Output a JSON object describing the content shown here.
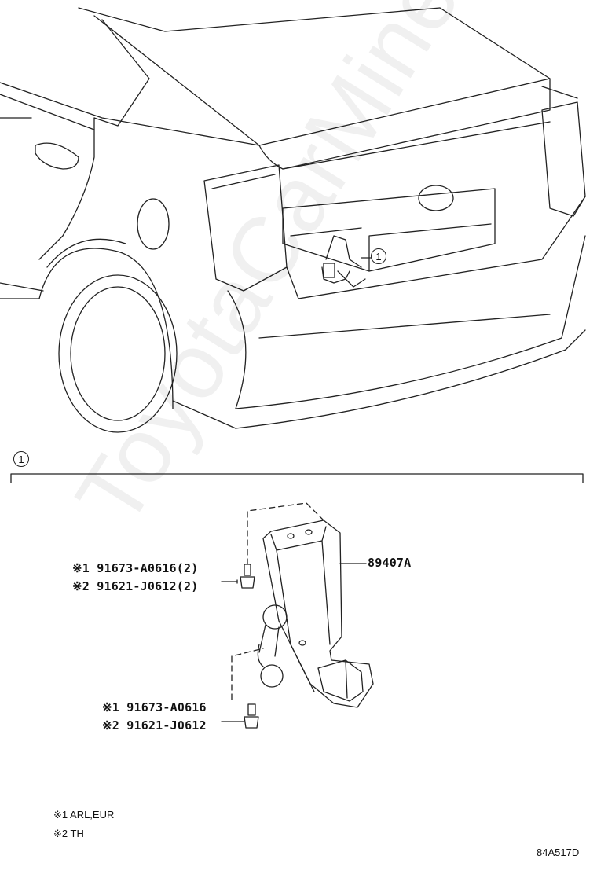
{
  "callout": "1",
  "section_marker": "1",
  "parts": {
    "main": "89407A",
    "upper_bolt": [
      "※1 91673-A0616(2)",
      "※2 91621-J0612(2)"
    ],
    "lower_bolt": [
      "※1 91673-A0616",
      "※2 91621-J0612"
    ]
  },
  "notes": [
    "※1 ARL,EUR",
    "※2 TH"
  ],
  "drawing_code": "84A517D",
  "watermark": "ToyotaCarMine.ru"
}
